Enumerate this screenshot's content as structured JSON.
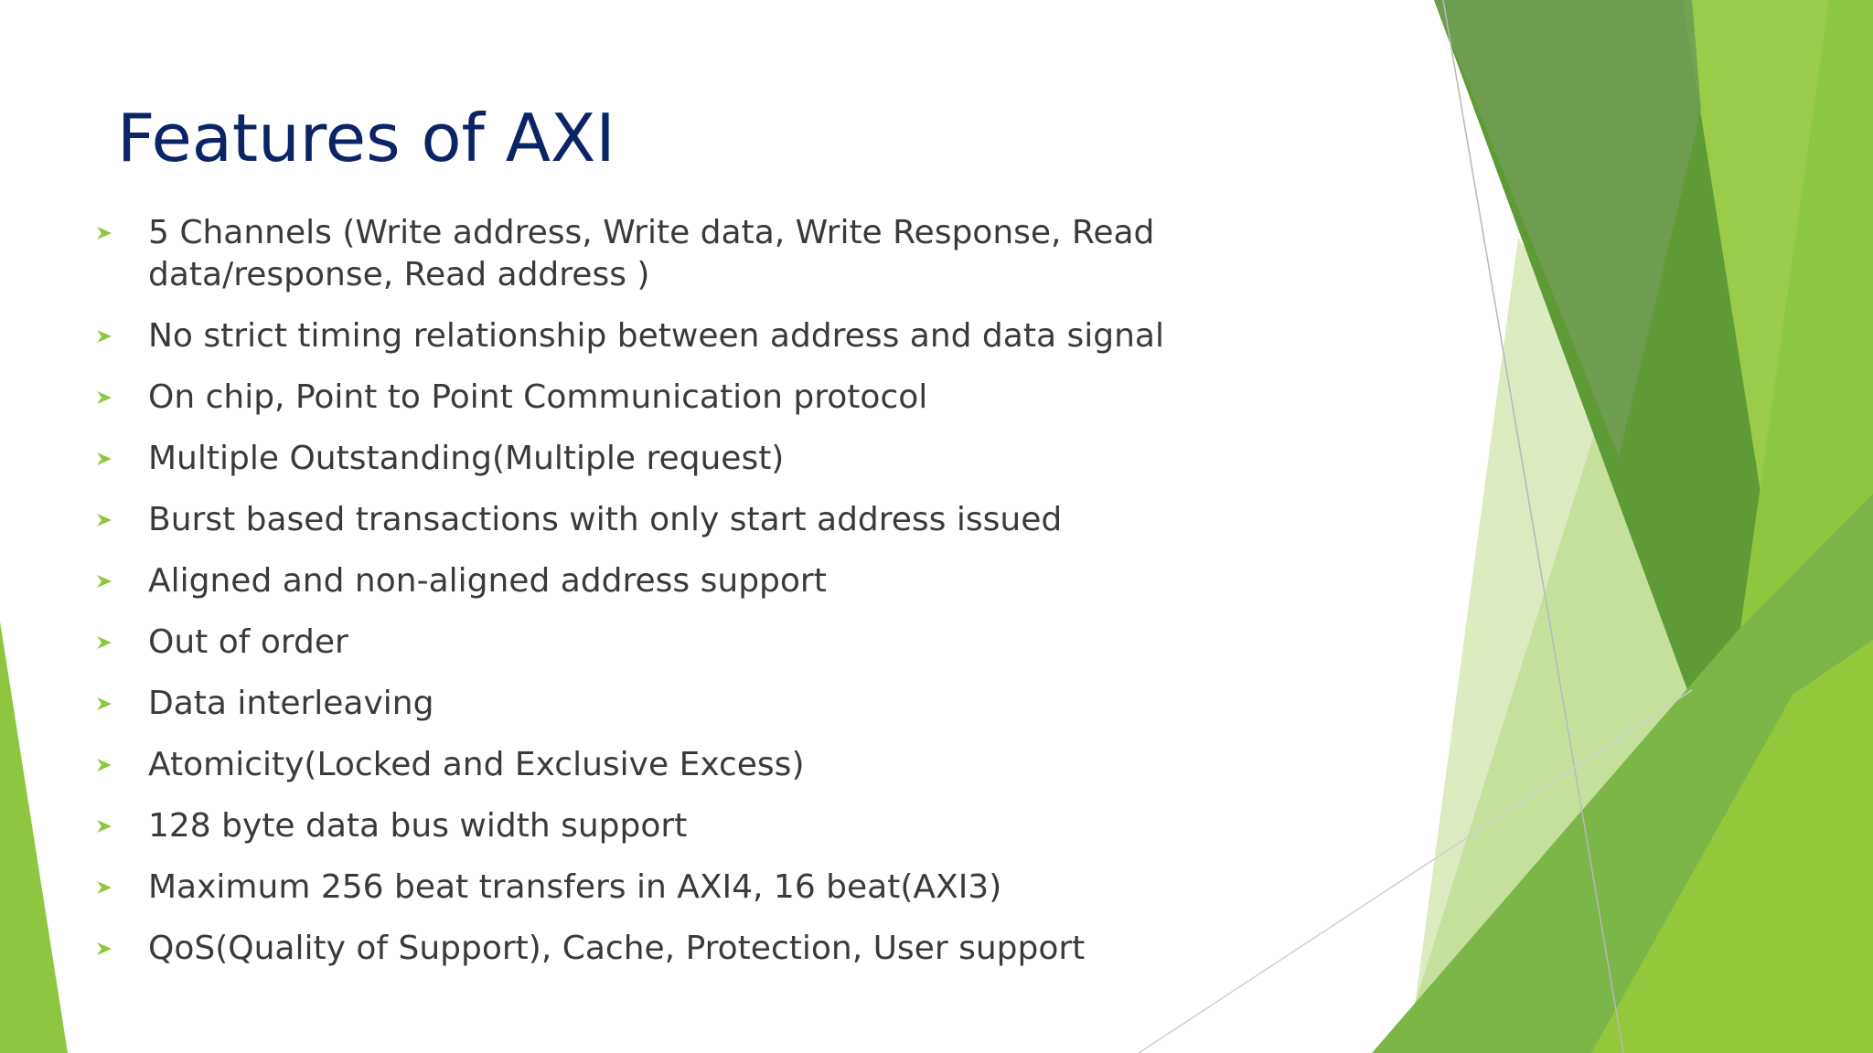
{
  "slide": {
    "title": "Features of AXI",
    "bullet_icon": "arrowhead-bullet-icon",
    "bullets": [
      "5 Channels (Write address, Write data, Write Response, Read data/response, Read address )",
      "No strict timing relationship between address and data signal",
      "On chip, Point to Point Communication protocol",
      "Multiple Outstanding(Multiple request)",
      "Burst based transactions with only start address issued",
      "Aligned and non-aligned address support",
      "Out of order",
      "Data interleaving",
      "Atomicity(Locked and Exclusive Excess)",
      "128 byte data bus width support",
      " Maximum 256 beat transfers in AXI4, 16 beat(AXI3)",
      "QoS(Quality of Support), Cache, Protection, User support"
    ]
  },
  "colors": {
    "title": "#0b2466",
    "body_text": "#3a3a3a",
    "accent_green": "#8dc63f",
    "dark_green": "#5e9a36",
    "mid_green": "#7ab648",
    "light_green": "#dcebc0"
  }
}
